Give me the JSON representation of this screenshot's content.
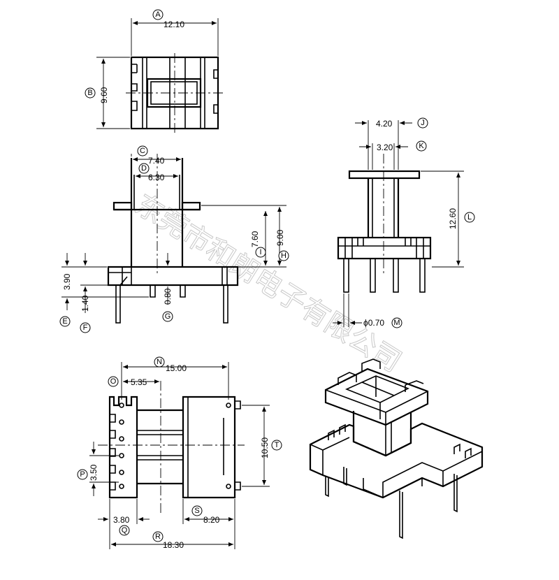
{
  "watermark": "东莞市和朗电子有限公司",
  "dimensions": {
    "A": {
      "letter": "A",
      "value": "12.10"
    },
    "B": {
      "letter": "B",
      "value": "9.60"
    },
    "C": {
      "letter": "C",
      "value": "7.40"
    },
    "D": {
      "letter": "D",
      "value": "6.30"
    },
    "E": {
      "letter": "E",
      "value": "3.90"
    },
    "F": {
      "letter": "F",
      "value": "1.40"
    },
    "G": {
      "letter": "G",
      "value": "0.80"
    },
    "H": {
      "letter": "H",
      "value": "9.00"
    },
    "I": {
      "letter": "I",
      "value": "7.60"
    },
    "J": {
      "letter": "J",
      "value": "4.20"
    },
    "K": {
      "letter": "K",
      "value": "3.20"
    },
    "L": {
      "letter": "L",
      "value": "12.60"
    },
    "M": {
      "letter": "M",
      "value": "ϕ0.70"
    },
    "N": {
      "letter": "N",
      "value": "15.00"
    },
    "O": {
      "letter": "O",
      "value": "5.35"
    },
    "P": {
      "letter": "P",
      "value": "3.50"
    },
    "Q": {
      "letter": "Q",
      "value": "3.80"
    },
    "R": {
      "letter": "R",
      "value": "18.30"
    },
    "S": {
      "letter": "S",
      "value": "8.20"
    },
    "T": {
      "letter": "T",
      "value": "10.50"
    }
  }
}
